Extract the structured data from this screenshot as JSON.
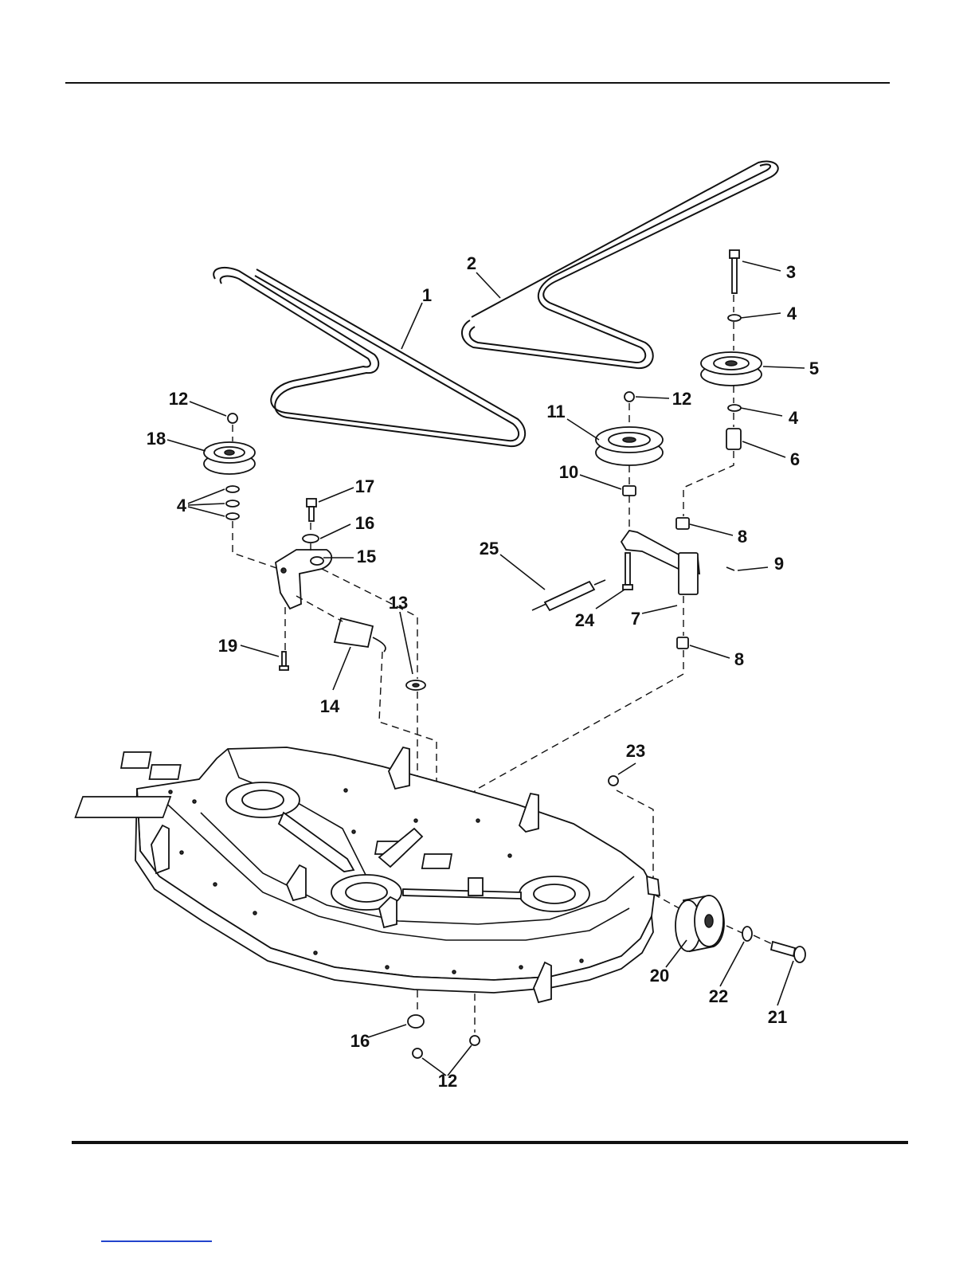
{
  "colors": {
    "line": "#111111",
    "background": "#ffffff",
    "footer_link": "#2244cc"
  },
  "callouts": [
    {
      "id": "c1",
      "label": "1"
    },
    {
      "id": "c2",
      "label": "2"
    },
    {
      "id": "c3",
      "label": "3"
    },
    {
      "id": "c4a",
      "label": "4"
    },
    {
      "id": "c5",
      "label": "5"
    },
    {
      "id": "c4b",
      "label": "4"
    },
    {
      "id": "c6",
      "label": "6"
    },
    {
      "id": "c12a",
      "label": "12"
    },
    {
      "id": "c11",
      "label": "11"
    },
    {
      "id": "c10",
      "label": "10"
    },
    {
      "id": "c8a",
      "label": "8"
    },
    {
      "id": "c9",
      "label": "9"
    },
    {
      "id": "c25",
      "label": "25"
    },
    {
      "id": "c24",
      "label": "24"
    },
    {
      "id": "c7",
      "label": "7"
    },
    {
      "id": "c8b",
      "label": "8"
    },
    {
      "id": "c12b",
      "label": "12"
    },
    {
      "id": "c18",
      "label": "18"
    },
    {
      "id": "c4c",
      "label": "4"
    },
    {
      "id": "c17",
      "label": "17"
    },
    {
      "id": "c16a",
      "label": "16"
    },
    {
      "id": "c15",
      "label": "15"
    },
    {
      "id": "c13",
      "label": "13"
    },
    {
      "id": "c19",
      "label": "19"
    },
    {
      "id": "c14",
      "label": "14"
    },
    {
      "id": "c23",
      "label": "23"
    },
    {
      "id": "c20",
      "label": "20"
    },
    {
      "id": "c22",
      "label": "22"
    },
    {
      "id": "c21",
      "label": "21"
    },
    {
      "id": "c16b",
      "label": "16"
    },
    {
      "id": "c12c",
      "label": "12"
    }
  ]
}
